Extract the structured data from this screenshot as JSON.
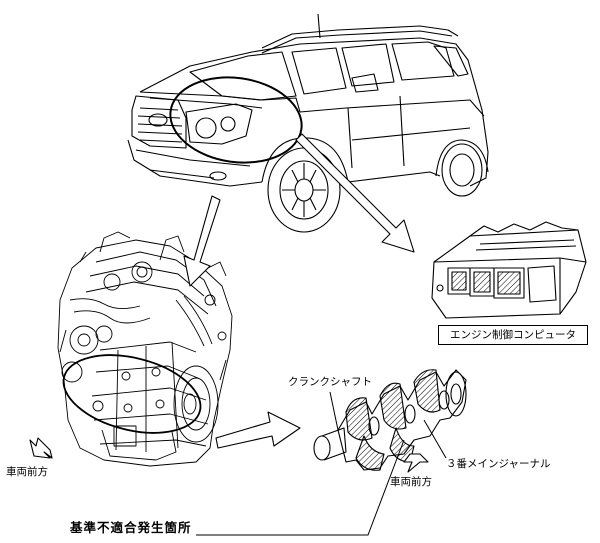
{
  "labels": {
    "ecu": "エンジン制御コンピュータ",
    "crankshaft": "クランクシャフト",
    "main_journal": "３番メインジャーナル",
    "vehicle_front_left": "車両前方",
    "vehicle_front_right": "車両前方",
    "defect_location": "基準不適合発生箇所"
  },
  "colors": {
    "line": "#000000",
    "background": "#ffffff"
  }
}
